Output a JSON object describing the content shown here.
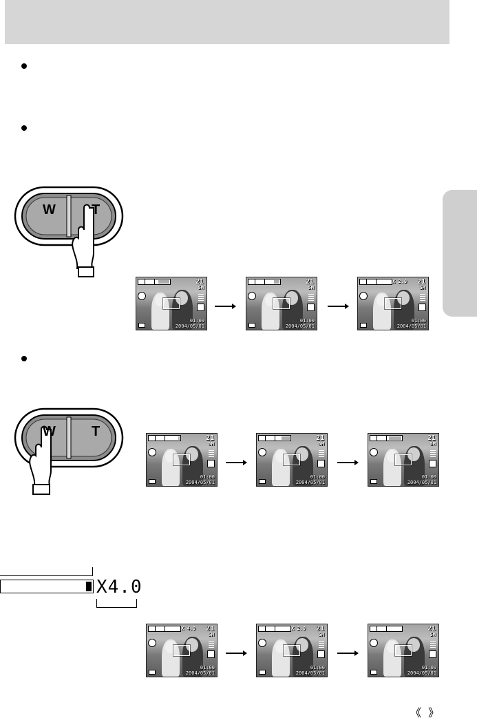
{
  "header": {
    "band_color": "#d6d6d6"
  },
  "side_tab": {
    "color": "#cfcfcf"
  },
  "zoom_buttons": {
    "wide_label": "W",
    "tele_label": "T"
  },
  "screens": {
    "row1": [
      {
        "shots": "21",
        "res": "5M",
        "time": "01:00",
        "date": "2004/05/01",
        "zoom": "",
        "zoom_fill": 0.2
      },
      {
        "shots": "21",
        "res": "5M",
        "time": "01:00",
        "date": "2004/05/01",
        "zoom": "",
        "zoom_fill": 0.6
      },
      {
        "shots": "21",
        "res": "5M",
        "time": "01:00",
        "date": "2004/05/01",
        "zoom": "X 2.0",
        "zoom_fill": 1.0
      }
    ],
    "row2": [
      {
        "shots": "21",
        "res": "5M",
        "time": "01:00",
        "date": "2004/05/01",
        "zoom": "",
        "zoom_fill": 0.9
      },
      {
        "shots": "21",
        "res": "5M",
        "time": "01:00",
        "date": "2004/05/01",
        "zoom": "",
        "zoom_fill": 0.4
      },
      {
        "shots": "21",
        "res": "5M",
        "time": "01:00",
        "date": "2004/05/01",
        "zoom": "",
        "zoom_fill": 0.1
      }
    ],
    "row3": [
      {
        "shots": "21",
        "res": "5M",
        "time": "01:00",
        "date": "2004/05/01",
        "zoom": "X 4.0",
        "zoom_fill": 1.0
      },
      {
        "shots": "21",
        "res": "5M",
        "time": "01:00",
        "date": "2004/05/01",
        "zoom": "X 2.0",
        "zoom_fill": 1.0
      },
      {
        "shots": "21",
        "res": "5M",
        "time": "01:00",
        "date": "2004/05/01",
        "zoom": "",
        "zoom_fill": 1.0
      }
    ]
  },
  "digital_zoom_indicator": {
    "value": "X4.0"
  },
  "page_nav": {
    "prev": "《",
    "next": "》"
  }
}
